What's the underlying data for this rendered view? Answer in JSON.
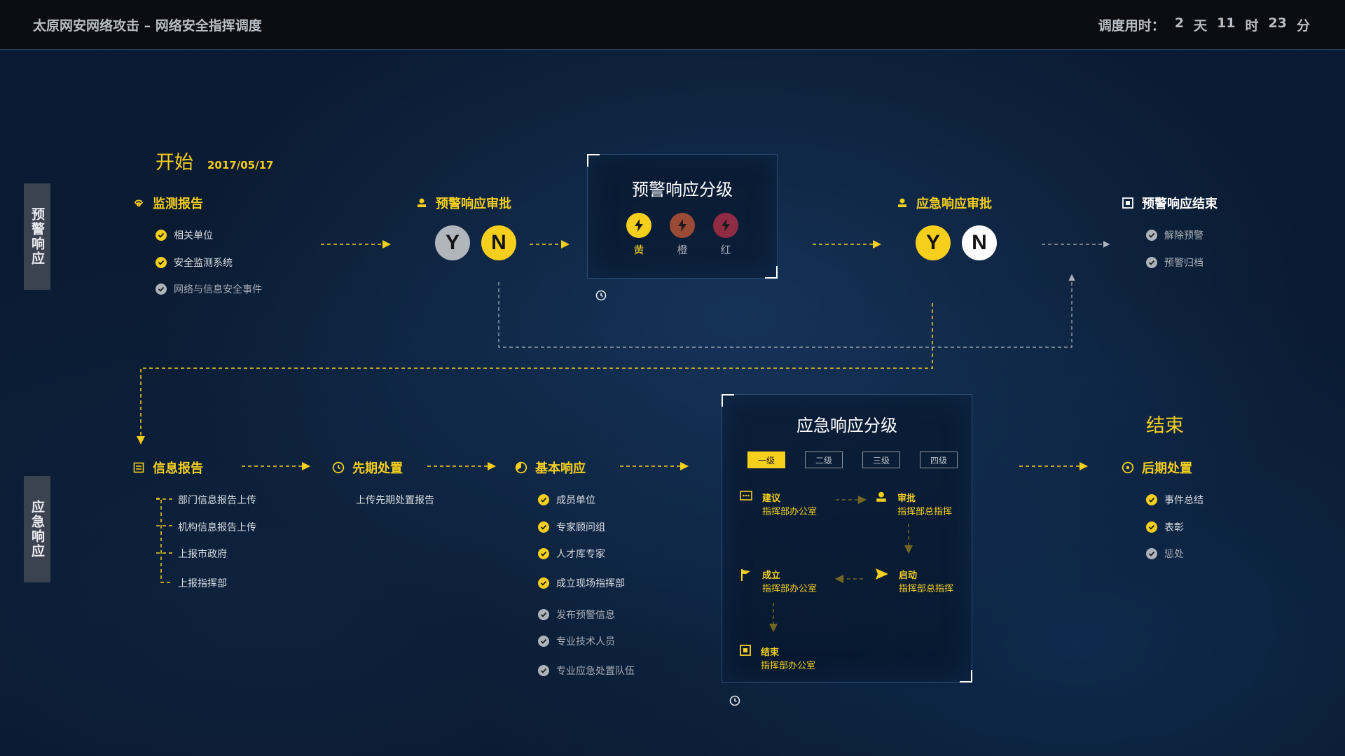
{
  "header": {
    "title": "太原网安网络攻击 – 网络安全指挥调度",
    "timer_label": "调度用时：",
    "days": "2",
    "days_unit": "天",
    "hours": "11",
    "hours_unit": "时",
    "minutes": "23",
    "minutes_unit": "分"
  },
  "side_tabs": {
    "warning": "预警响应",
    "emergency": "应急响应"
  },
  "start": {
    "label": "开始",
    "date": "2017/05/17"
  },
  "end": {
    "label": "结束"
  },
  "warning": {
    "monitor": {
      "title": "监测报告",
      "items": [
        "相关单位",
        "安全监测系统",
        "网络与信息安全事件"
      ]
    },
    "approval": {
      "title": "预警响应审批",
      "yes": "Y",
      "no": "N"
    },
    "grading": {
      "title": "预警响应分级",
      "levels": [
        "黄",
        "橙",
        "红"
      ],
      "colors": [
        "#f5cf1c",
        "#d9703a",
        "#cf3c55"
      ]
    },
    "emergency_approval": {
      "title": "应急响应审批",
      "yes": "Y",
      "no": "N"
    },
    "end": {
      "title": "预警响应结束",
      "items": [
        "解除预警",
        "预警归档"
      ]
    }
  },
  "emergency": {
    "info_report": {
      "title": "信息报告",
      "items": [
        "部门信息报告上传",
        "机构信息报告上传",
        "上报市政府",
        "上报指挥部"
      ]
    },
    "early": {
      "title": "先期处置",
      "items": [
        "上传先期处置报告"
      ]
    },
    "basic": {
      "title": "基本响应",
      "items": [
        "成员单位",
        "专家顾问组",
        "人才库专家",
        "成立现场指挥部",
        "发布预警信息",
        "专业技术人员",
        "专业应急处置队伍"
      ]
    },
    "grading": {
      "title": "应急响应分级",
      "levels": [
        "一级",
        "二级",
        "三级",
        "四级"
      ],
      "active_level": "一级",
      "steps": {
        "suggest": {
          "title": "建议",
          "sub": "指挥部办公室"
        },
        "review": {
          "title": "审批",
          "sub": "指挥部总指挥"
        },
        "launch": {
          "title": "启动",
          "sub": "指挥部总指挥"
        },
        "establish": {
          "title": "成立",
          "sub": "指挥部办公室"
        },
        "finish": {
          "title": "结束",
          "sub": "指挥部办公室"
        }
      }
    },
    "post": {
      "title": "后期处置",
      "items": [
        "事件总结",
        "表彰",
        "惩处"
      ]
    }
  }
}
